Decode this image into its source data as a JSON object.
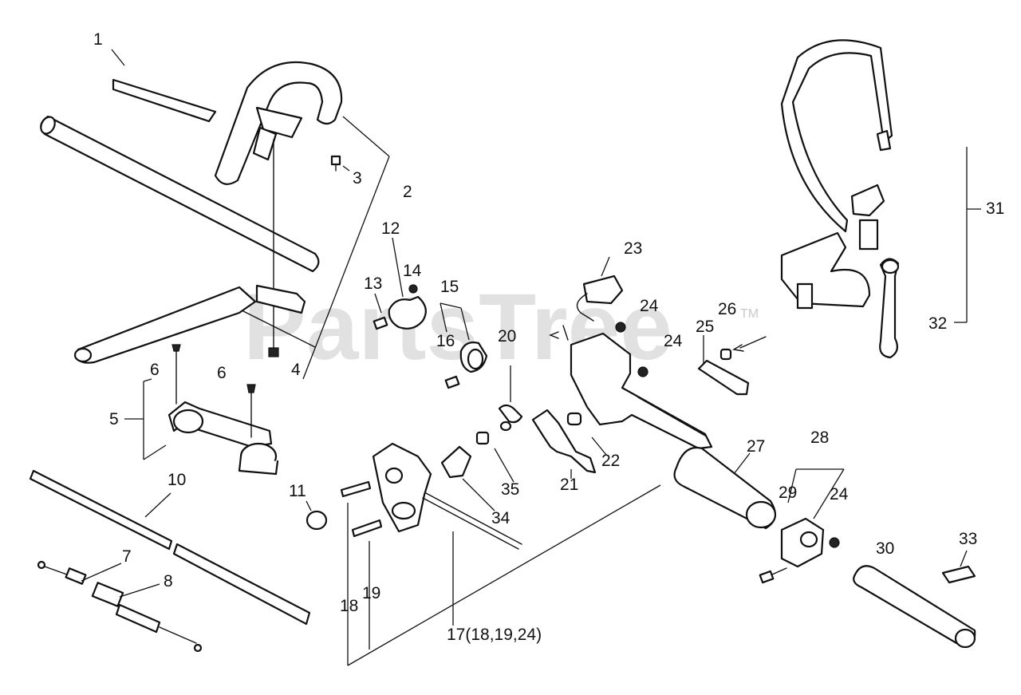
{
  "watermark": {
    "text": "PartsTree",
    "trademark": "TM"
  },
  "labels": [
    {
      "id": "p1",
      "text": "1"
    },
    {
      "id": "p2",
      "text": "2"
    },
    {
      "id": "p3",
      "text": "3"
    },
    {
      "id": "p4",
      "text": "4"
    },
    {
      "id": "p5",
      "text": "5"
    },
    {
      "id": "p6a",
      "text": "6"
    },
    {
      "id": "p6b",
      "text": "6"
    },
    {
      "id": "p7",
      "text": "7"
    },
    {
      "id": "p8",
      "text": "8"
    },
    {
      "id": "p10",
      "text": "10"
    },
    {
      "id": "p11",
      "text": "11"
    },
    {
      "id": "p12",
      "text": "12"
    },
    {
      "id": "p13",
      "text": "13"
    },
    {
      "id": "p14",
      "text": "14"
    },
    {
      "id": "p15",
      "text": "15"
    },
    {
      "id": "p16",
      "text": "16"
    },
    {
      "id": "p17",
      "text": "17(18,19,24)"
    },
    {
      "id": "p18",
      "text": "18"
    },
    {
      "id": "p19",
      "text": "19"
    },
    {
      "id": "p20",
      "text": "20"
    },
    {
      "id": "p21",
      "text": "21"
    },
    {
      "id": "p22",
      "text": "22"
    },
    {
      "id": "p23",
      "text": "23"
    },
    {
      "id": "p24a",
      "text": "24"
    },
    {
      "id": "p24b",
      "text": "24"
    },
    {
      "id": "p24c",
      "text": "24"
    },
    {
      "id": "p25",
      "text": "25"
    },
    {
      "id": "p26",
      "text": "26"
    },
    {
      "id": "p27",
      "text": "27"
    },
    {
      "id": "p28",
      "text": "28"
    },
    {
      "id": "p29",
      "text": "29"
    },
    {
      "id": "p30",
      "text": "30"
    },
    {
      "id": "p31",
      "text": "31"
    },
    {
      "id": "p32",
      "text": "32"
    },
    {
      "id": "p33",
      "text": "33"
    },
    {
      "id": "p34",
      "text": "34"
    },
    {
      "id": "p35",
      "text": "35"
    }
  ]
}
